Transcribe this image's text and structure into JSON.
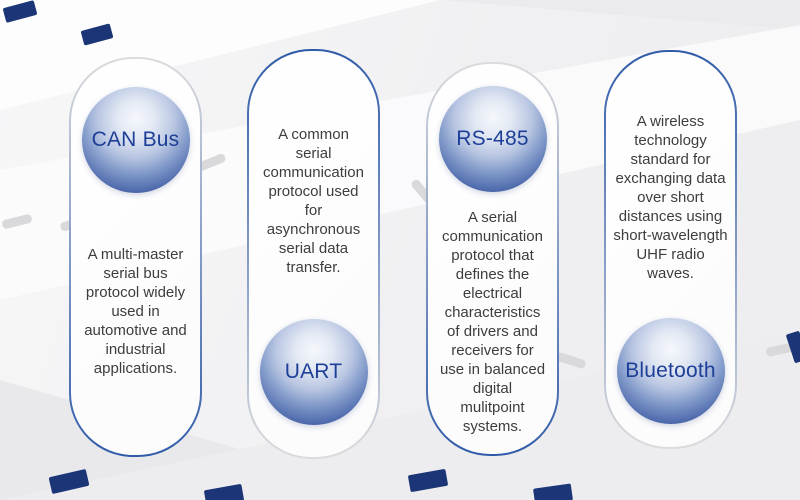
{
  "cards": [
    {
      "id": "can-bus",
      "label": "CAN Bus",
      "circle_position": "top",
      "description": "A multi-master\nserial bus\nprotocol widely\nused in\nautomotive and\nindustrial\napplications."
    },
    {
      "id": "uart",
      "label": "UART",
      "circle_position": "bottom",
      "description": "A common\nserial\ncommunication\nprotocol used\nfor\nasynchronous\nserial data\ntransfer."
    },
    {
      "id": "rs-485",
      "label": "RS-485",
      "circle_position": "top",
      "description": "A serial\ncommunication\nprotocol that\ndefines the\nelectrical\ncharacteristics\nof drivers and\nreceivers for\nuse in balanced\ndigital\nmulitpoint\nsystems."
    },
    {
      "id": "bluetooth",
      "label": "Bluetooth",
      "circle_position": "bottom",
      "description": "A wireless\ntechnology\nstandard for\nexchanging data\nover short\ndistances using\nshort-wavelength\nUHF radio\nwaves."
    }
  ],
  "colors": {
    "accent_blue": "#2f5ba8",
    "label_blue": "#1e3f97",
    "body_text": "#3d3d3d",
    "dash_light_gray": "#d9d9db",
    "dash_navy": "#1b3576",
    "sphere_edge": "#26428e"
  }
}
